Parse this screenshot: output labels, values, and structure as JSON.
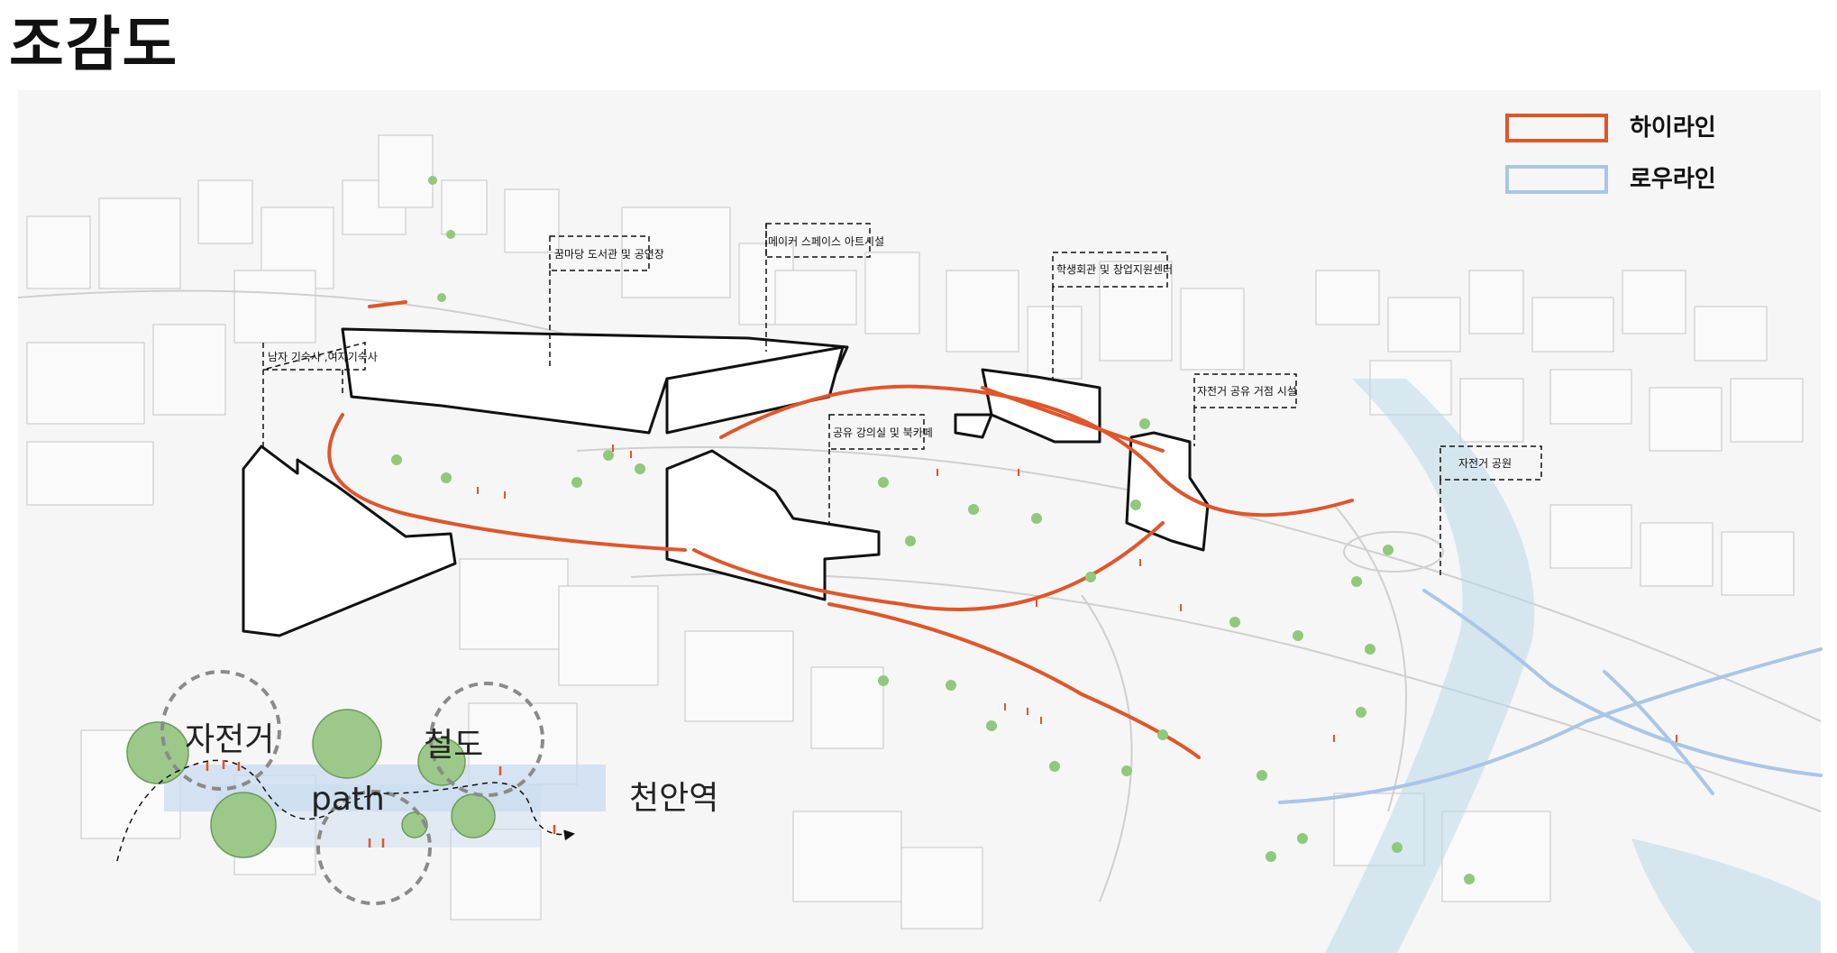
{
  "title": "조감도",
  "legend": [
    {
      "label": "하이라인",
      "color": "#e0562a"
    },
    {
      "label": "로우라인",
      "color": "#a9c6e6"
    }
  ],
  "facilities": [
    "남자 기숙사 ,여자기숙사",
    "꿈마당 도서관 및 공연장",
    "메이커 스페이스 아트시설",
    "학생회관 및 창업지원센터",
    "자전거 공유 거점 시설",
    "공유 강의실 및 북카페",
    "자전거 공원"
  ],
  "inset": {
    "bicycle": "자전거",
    "railway": "철도",
    "path": "path",
    "station": "천안역"
  },
  "colors": {
    "highline": "#e0562a",
    "lowline": "#a9c6e6",
    "tree": "#8fc97a",
    "person": "#e0562a",
    "building_edge": "#b8b8b8"
  }
}
